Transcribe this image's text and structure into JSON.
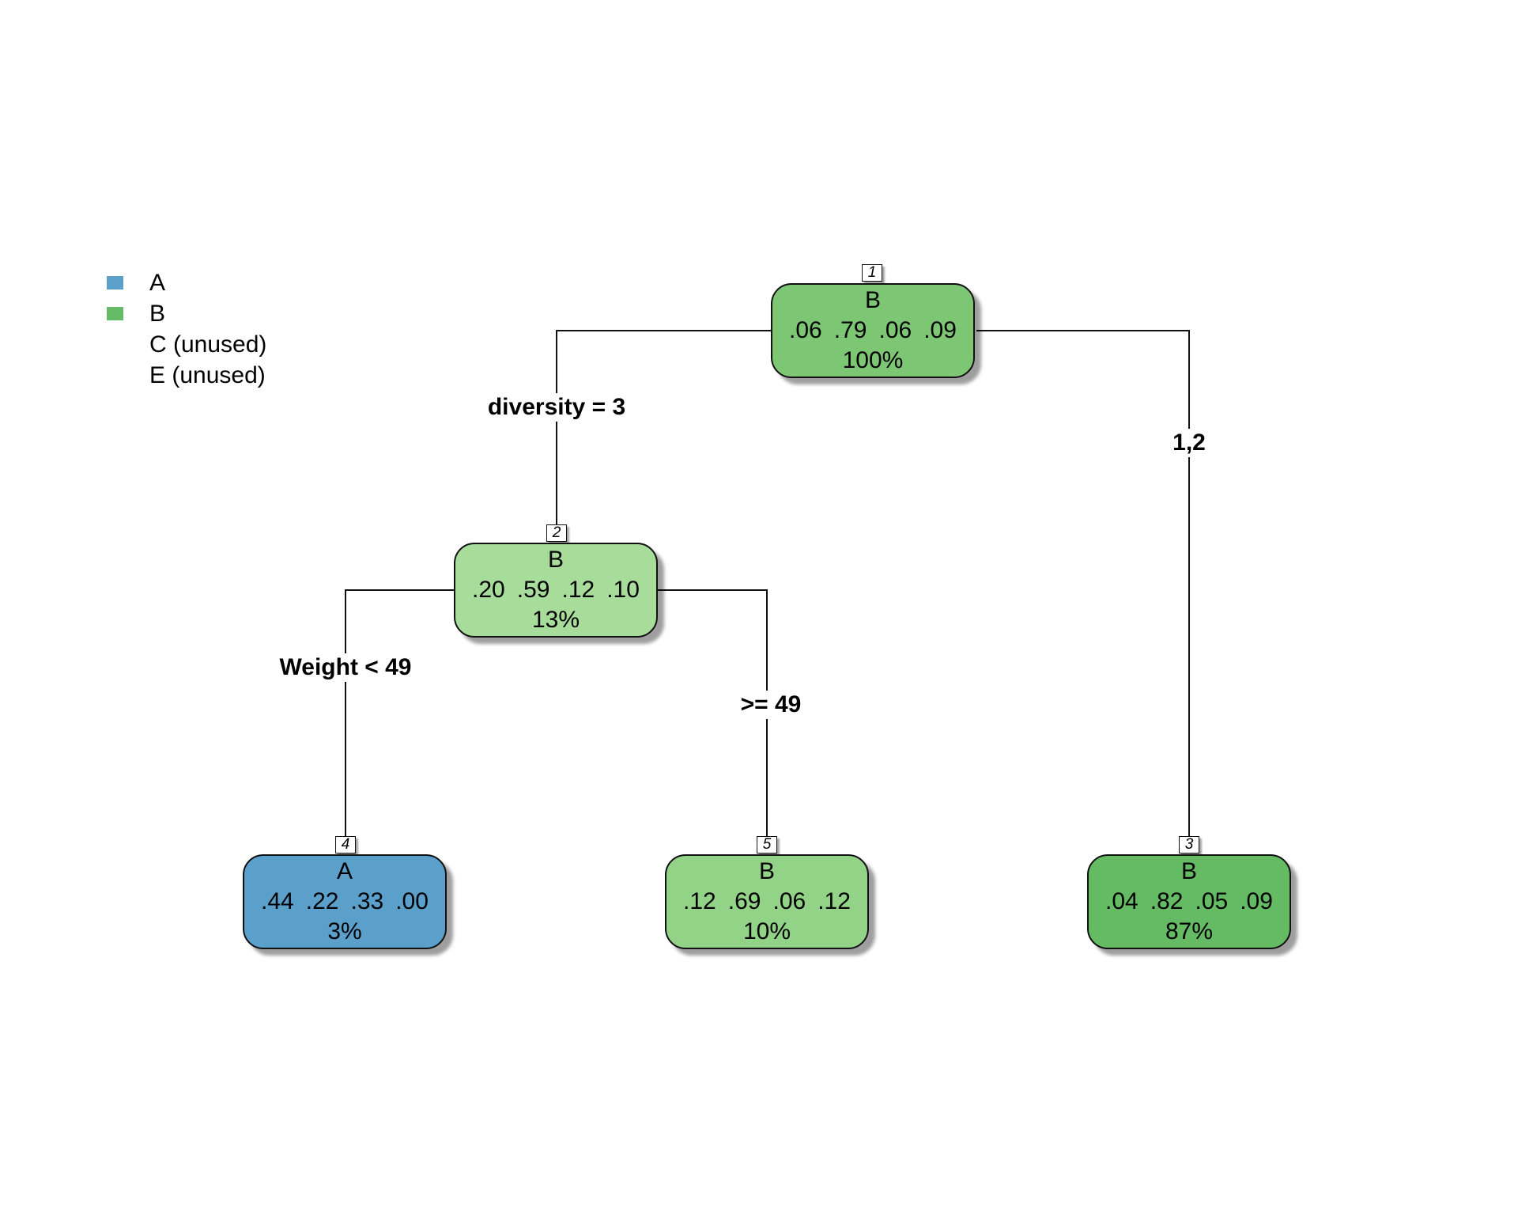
{
  "legend": {
    "items": [
      {
        "label": "A",
        "color": "#5b9fcb"
      },
      {
        "label": "B",
        "color": "#66bb66"
      },
      {
        "label": "C (unused)",
        "color": ""
      },
      {
        "label": "E (unused)",
        "color": ""
      }
    ]
  },
  "nodes": {
    "n1": {
      "id": "1",
      "class": "B",
      "probs": [
        ".06",
        ".79",
        ".06",
        ".09"
      ],
      "pct": "100%",
      "color": "#7cc674"
    },
    "n2": {
      "id": "2",
      "class": "B",
      "probs": [
        ".20",
        ".59",
        ".12",
        ".10"
      ],
      "pct": "13%",
      "color": "#a7dc9b"
    },
    "n3": {
      "id": "3",
      "class": "B",
      "probs": [
        ".04",
        ".82",
        ".05",
        ".09"
      ],
      "pct": "87%",
      "color": "#64bb63"
    },
    "n4": {
      "id": "4",
      "class": "A",
      "probs": [
        ".44",
        ".22",
        ".33",
        ".00"
      ],
      "pct": "3%",
      "color": "#5b9fcb"
    },
    "n5": {
      "id": "5",
      "class": "B",
      "probs": [
        ".12",
        ".69",
        ".06",
        ".12"
      ],
      "pct": "10%",
      "color": "#93d387"
    }
  },
  "splits": {
    "root_left": "diversity = 3",
    "root_right": "1,2",
    "n2_left": "Weight < 49",
    "n2_right": ">= 49"
  }
}
